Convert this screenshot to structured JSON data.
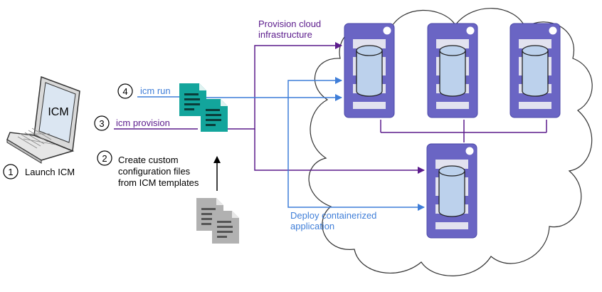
{
  "laptop": {
    "screen_label": "ICM"
  },
  "steps": [
    {
      "number": "1",
      "lines": [
        "Launch ICM"
      ]
    },
    {
      "number": "2",
      "lines": [
        "Create custom",
        "configuration files",
        "from ICM templates"
      ]
    },
    {
      "number": "3",
      "lines": [
        "icm provision"
      ]
    },
    {
      "number": "4",
      "lines": [
        "icm run"
      ]
    }
  ],
  "callouts": {
    "provision": [
      "Provision cloud",
      "infrastructure"
    ],
    "deploy": [
      "Deploy containerized",
      "application"
    ]
  },
  "colors": {
    "purple": "#5b1b8c",
    "blue": "#3f7ed8",
    "server": "#6a65c4",
    "server_dark": "#4b48a8",
    "tile": "#e2e2ef",
    "teal": "#13a59c",
    "template_gray": "#a9a9a9"
  }
}
